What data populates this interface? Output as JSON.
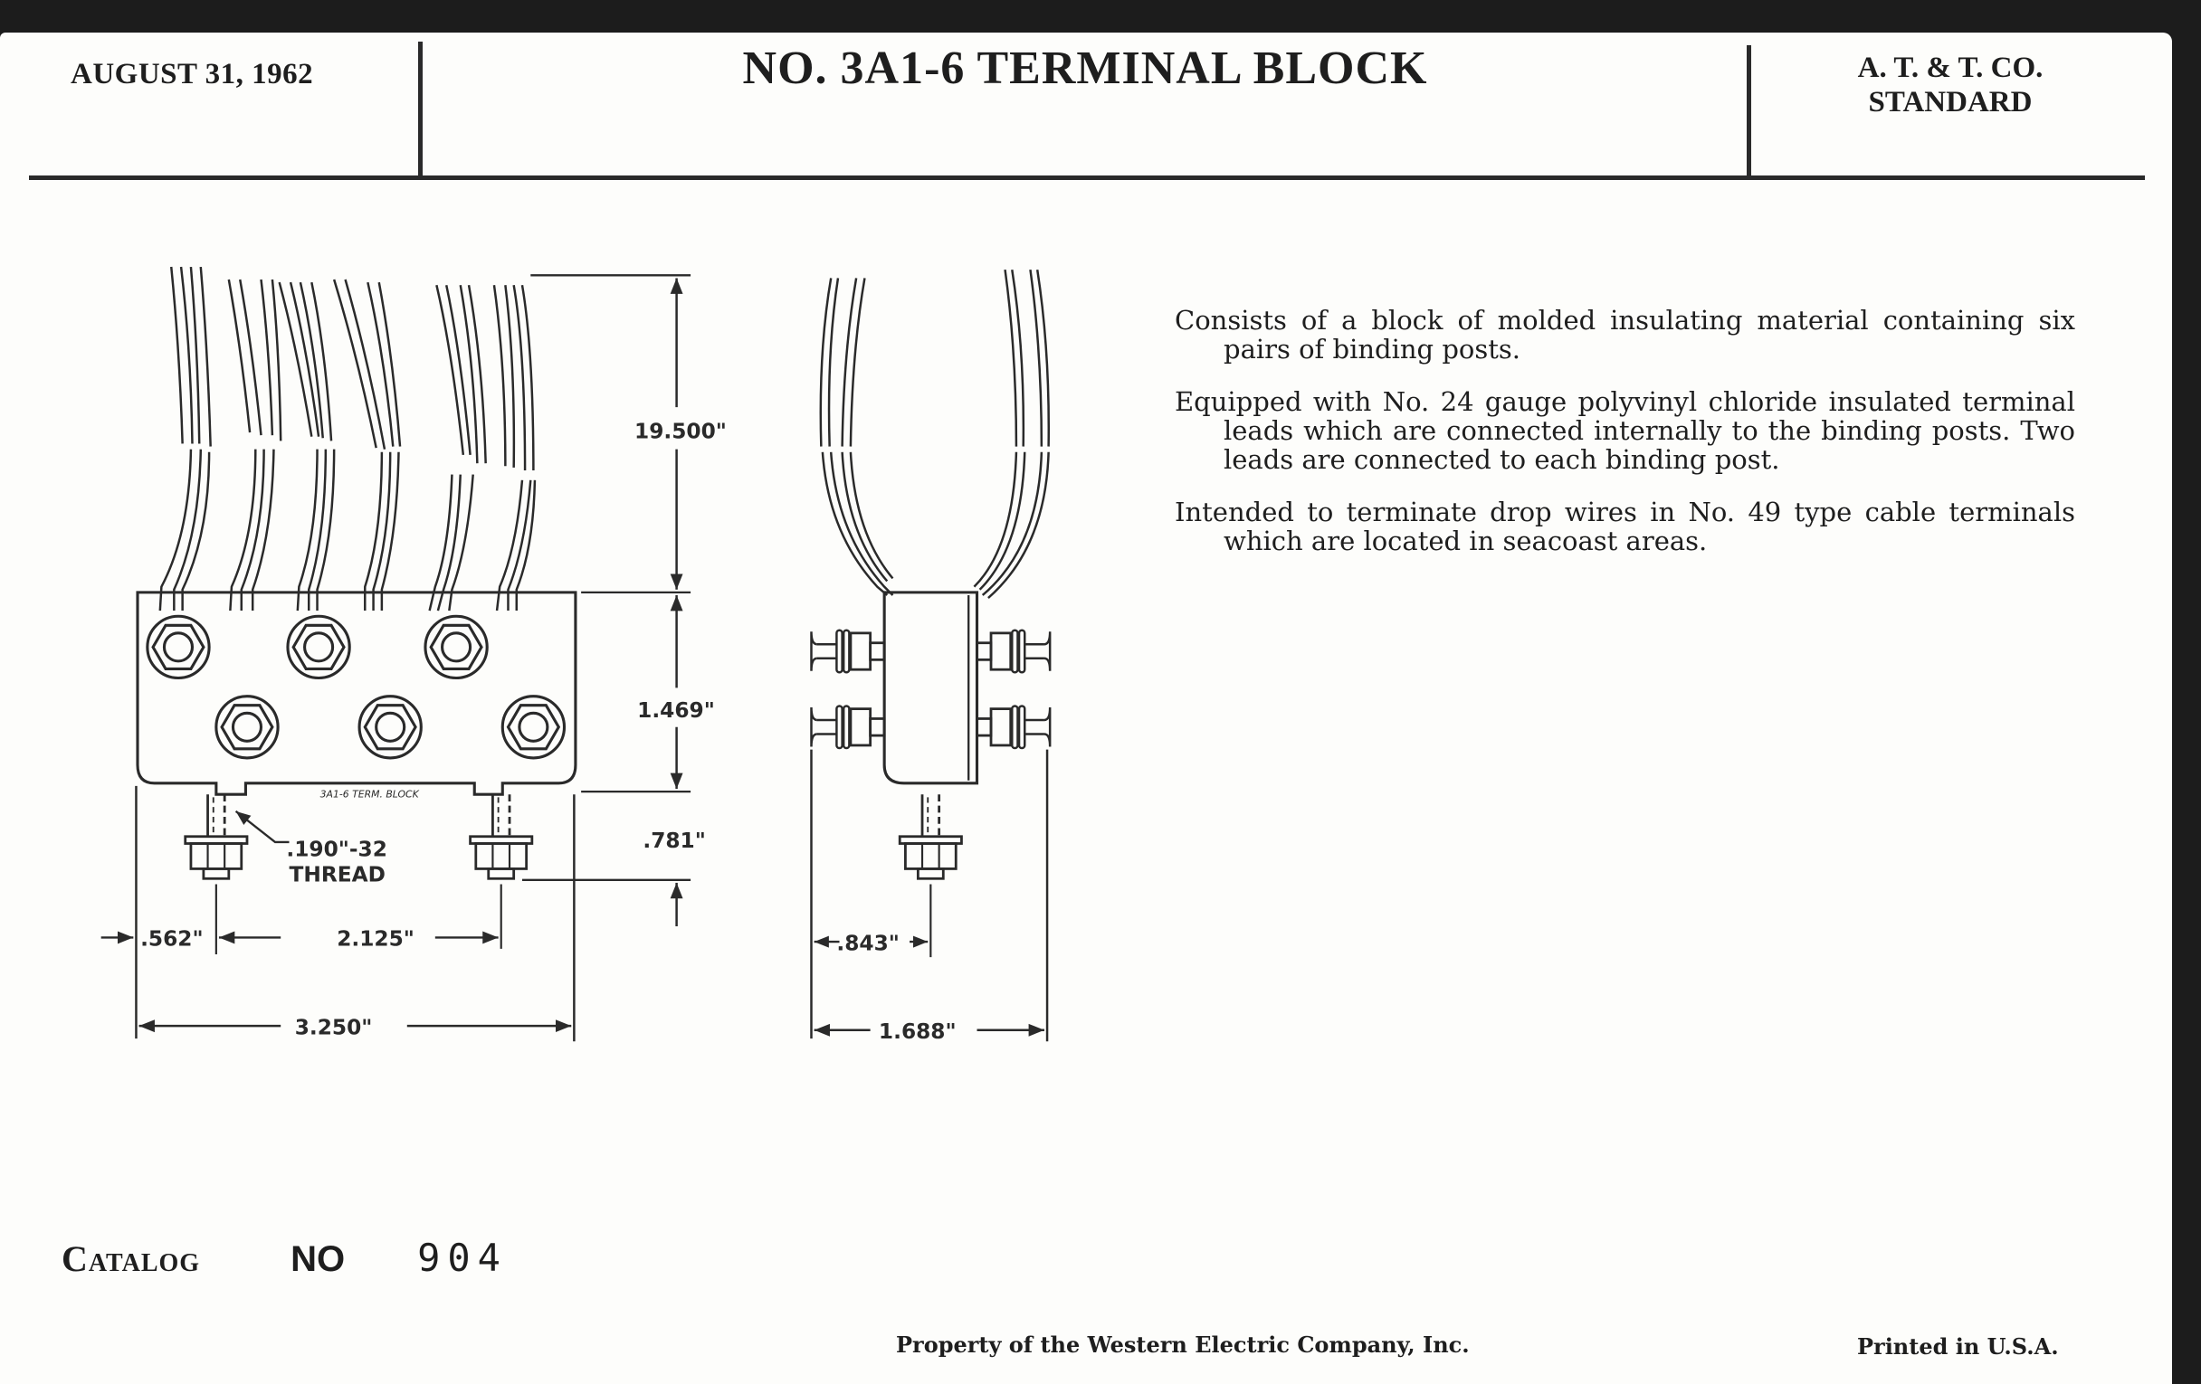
{
  "header": {
    "date": "AUGUST 31, 1962",
    "title": "NO. 3A1-6 TERMINAL BLOCK",
    "standard_line1": "A. T. & T. CO.",
    "standard_line2": "STANDARD"
  },
  "description": [
    "Consists of a block of molded insulating material containing six pairs of binding posts.",
    "Equipped with No. 24 gauge polyvinyl chloride insulated terminal leads which are connected internally to the binding posts. Two leads are connected to each binding post.",
    "Intended to terminate drop wires in No. 49 type cable terminals which are located in seacoast areas."
  ],
  "drawing": {
    "block_marking": "3A1-6 TERM. BLOCK",
    "thread_label_line1": ".190\"-32",
    "thread_label_line2": "THREAD",
    "dimensions": {
      "lead_length": "19.500\"",
      "block_height": "1.469\"",
      "stud_length": ".781\"",
      "edge_to_stud": ".562\"",
      "stud_spacing": "2.125\"",
      "overall_width": "3.250\"",
      "side_half_width": ".843\"",
      "side_overall_width": "1.688\""
    },
    "binding_posts_count": 6,
    "lead_pairs_count": 6
  },
  "catalog": {
    "label": "Catalog",
    "no_label": "NO",
    "number": "904"
  },
  "footer": {
    "property": "Property of the Western Electric Company, Inc.",
    "printed": "Printed in U.S.A."
  }
}
